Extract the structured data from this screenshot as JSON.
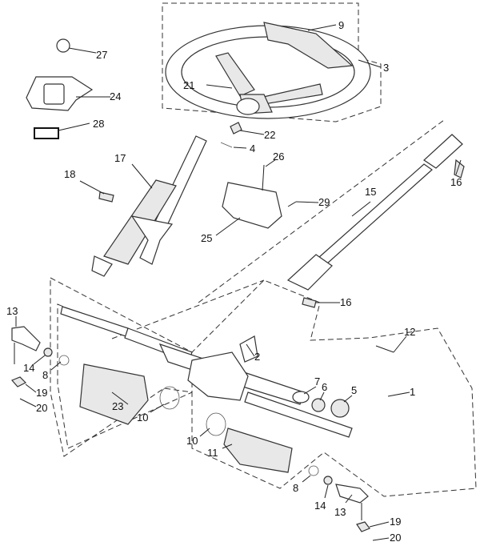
{
  "diagram": {
    "type": "exploded parts diagram",
    "callouts": [
      "9",
      "3",
      "27",
      "24",
      "21",
      "28",
      "22",
      "4",
      "17",
      "26",
      "16",
      "18",
      "15",
      "29",
      "25",
      "16",
      "13",
      "12",
      "2",
      "14",
      "8",
      "7",
      "6",
      "5",
      "1",
      "19",
      "23",
      "20",
      "10",
      "10",
      "11",
      "8",
      "14",
      "13",
      "19",
      "20"
    ]
  }
}
